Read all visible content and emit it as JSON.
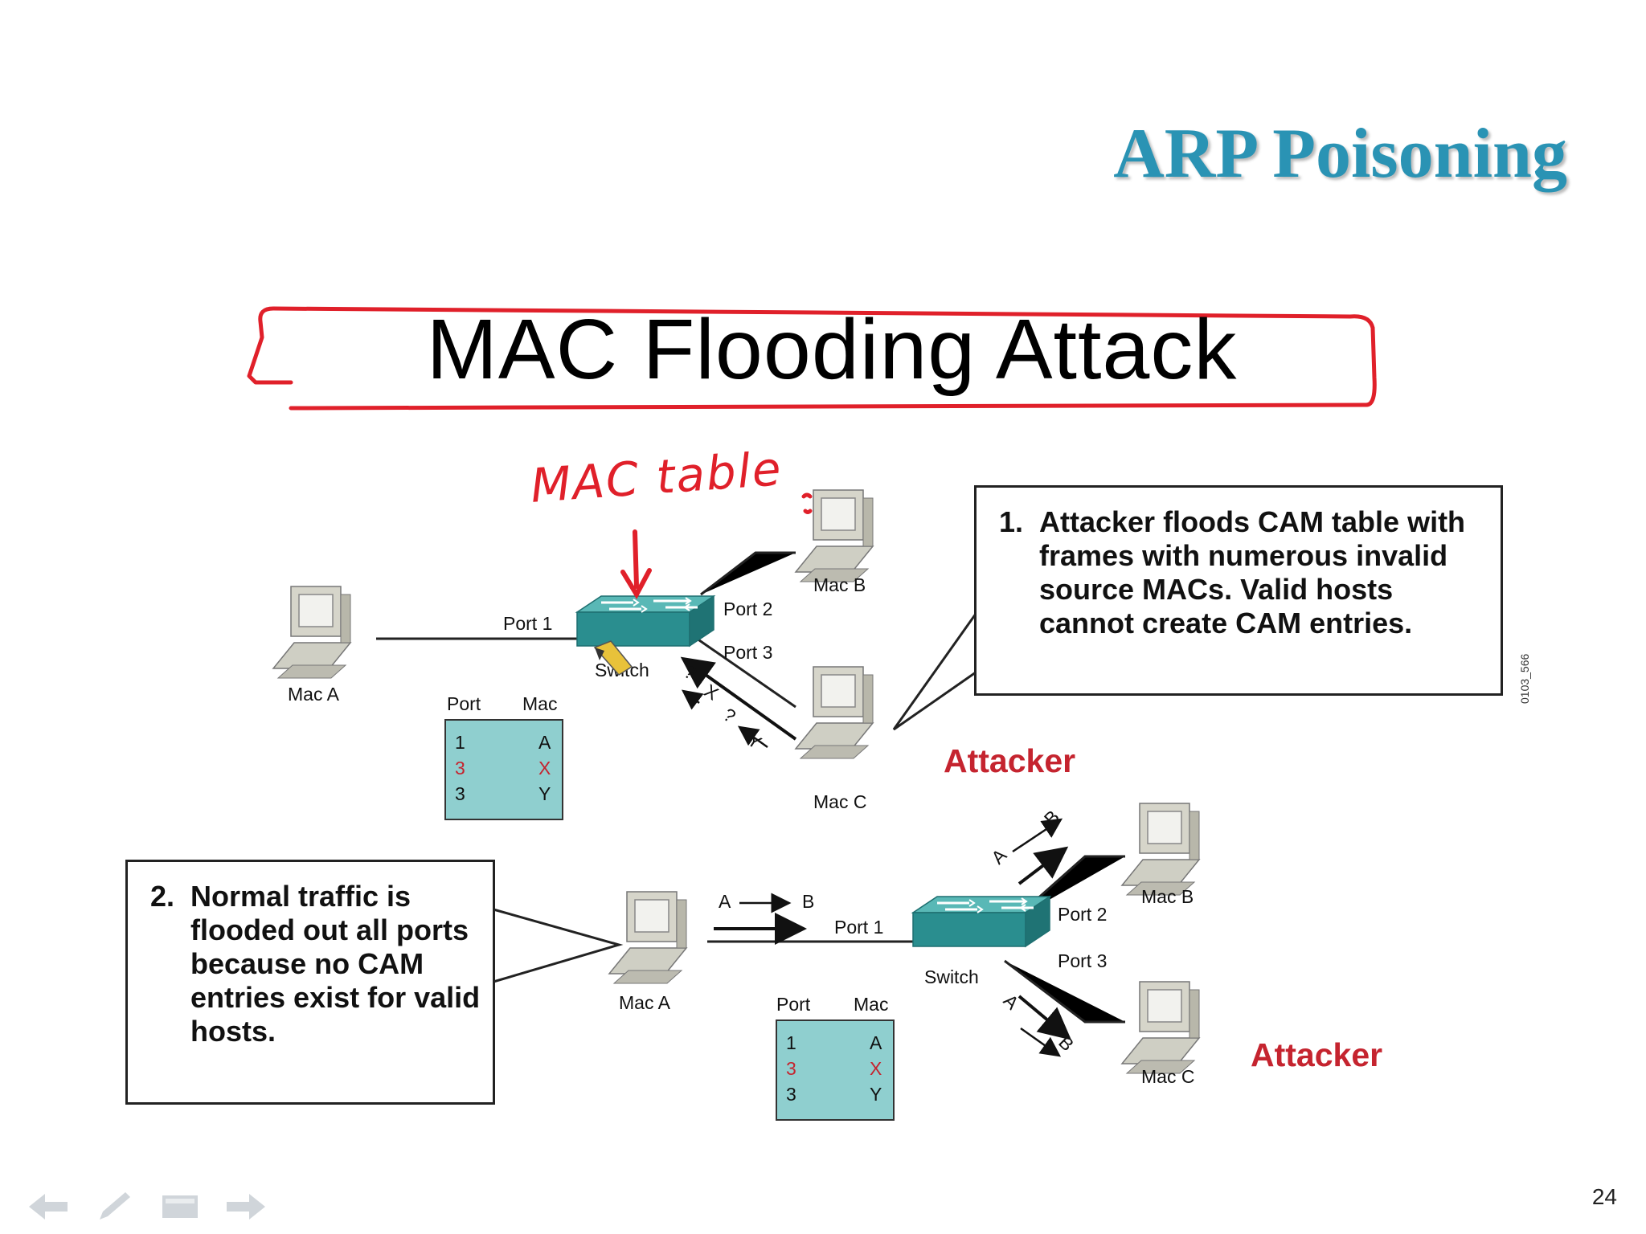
{
  "slide": {
    "title": "ARP Poisoning",
    "heading": "MAC Flooding Attack",
    "page_number": "24",
    "handwritten_note": "MAC table"
  },
  "top_diagram": {
    "hosts": [
      "Mac A",
      "Mac B",
      "Mac C"
    ],
    "switch_label": "Switch",
    "ports": [
      "Port 1",
      "Port 2",
      "Port 3"
    ],
    "flood_marks": [
      "?",
      "X",
      "?",
      "Y"
    ],
    "cam_table": {
      "headers": [
        "Port",
        "Mac"
      ],
      "rows": [
        [
          "1",
          "A"
        ],
        [
          "3",
          "X"
        ],
        [
          "3",
          "Y"
        ]
      ]
    },
    "attacker_label": "Attacker",
    "figure_id": "0103_566",
    "callout_number": "1.",
    "callout_text": "Attacker floods CAM table with frames with numerous invalid source MACs. Valid hosts cannot create CAM entries."
  },
  "bottom_diagram": {
    "hosts": [
      "Mac A",
      "Mac B",
      "Mac C"
    ],
    "switch_label": "Switch",
    "ports": [
      "Port 1",
      "Port 2",
      "Port 3"
    ],
    "frame_from": "A",
    "frame_to": "B",
    "cam_table": {
      "headers": [
        "Port",
        "Mac"
      ],
      "rows": [
        [
          "1",
          "A"
        ],
        [
          "3",
          "X"
        ],
        [
          "3",
          "Y"
        ]
      ]
    },
    "attacker_label": "Attacker",
    "callout_number": "2.",
    "callout_text": "Normal traffic is flooded out all ports because no CAM entries exist for valid hosts."
  },
  "colors": {
    "title": "#2a93b4",
    "annotation_red": "#e0202a",
    "attacker_red": "#c5242f",
    "switch_teal": "#2a8e8f",
    "cam_table_fill": "#8fcfcf"
  },
  "nav_icons": [
    "back-arrow-icon",
    "pen-icon",
    "menu-icon",
    "forward-arrow-icon"
  ]
}
